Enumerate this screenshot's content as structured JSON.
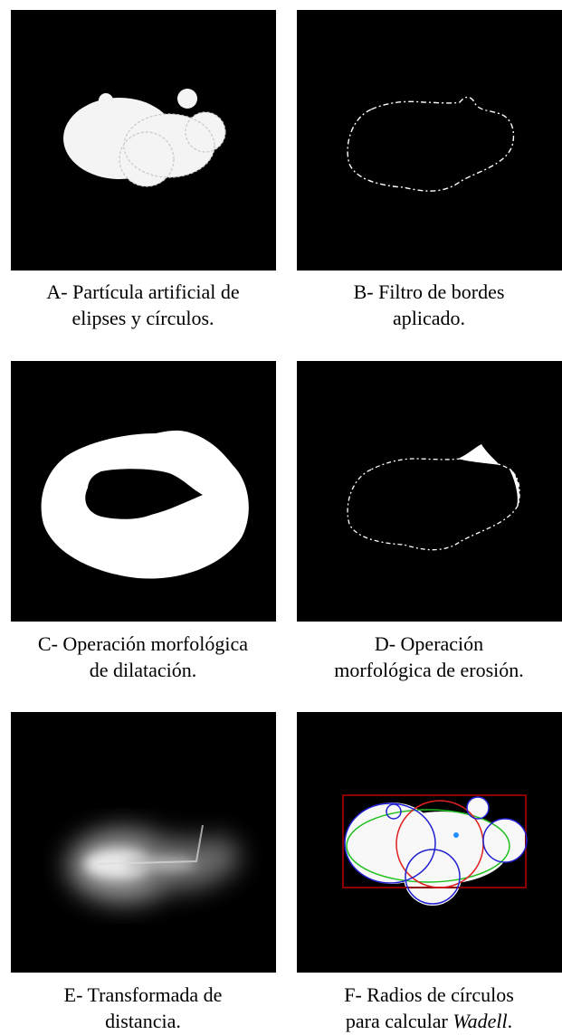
{
  "figure": {
    "panels": [
      {
        "id": "A",
        "caption_line1": "A- Partícula artificial de",
        "caption_line2": "elipses y círculos."
      },
      {
        "id": "B",
        "caption_line1": "B- Filtro de bordes",
        "caption_line2": "aplicado."
      },
      {
        "id": "C",
        "caption_line1": "C- Operación morfológica",
        "caption_line2": "de dilatación."
      },
      {
        "id": "D",
        "caption_line1": "D- Operación",
        "caption_line2": "morfológica de erosión."
      },
      {
        "id": "E",
        "caption_line1": "E- Transformada de",
        "caption_line2": "distancia."
      },
      {
        "id": "F",
        "caption_line1": "F- Radios de círculos",
        "caption_line2_prefix": "para calcular ",
        "caption_line2_italic": "Wadell",
        "caption_line2_suffix": "."
      }
    ],
    "colors": {
      "background": "#000000",
      "particle": "#ffffff",
      "bounding_box": "#8b0000",
      "circle_red": "#e02020",
      "circle_blue": "#2020d0",
      "ellipse_green": "#20c020",
      "centroid": "#1e90ff"
    }
  }
}
